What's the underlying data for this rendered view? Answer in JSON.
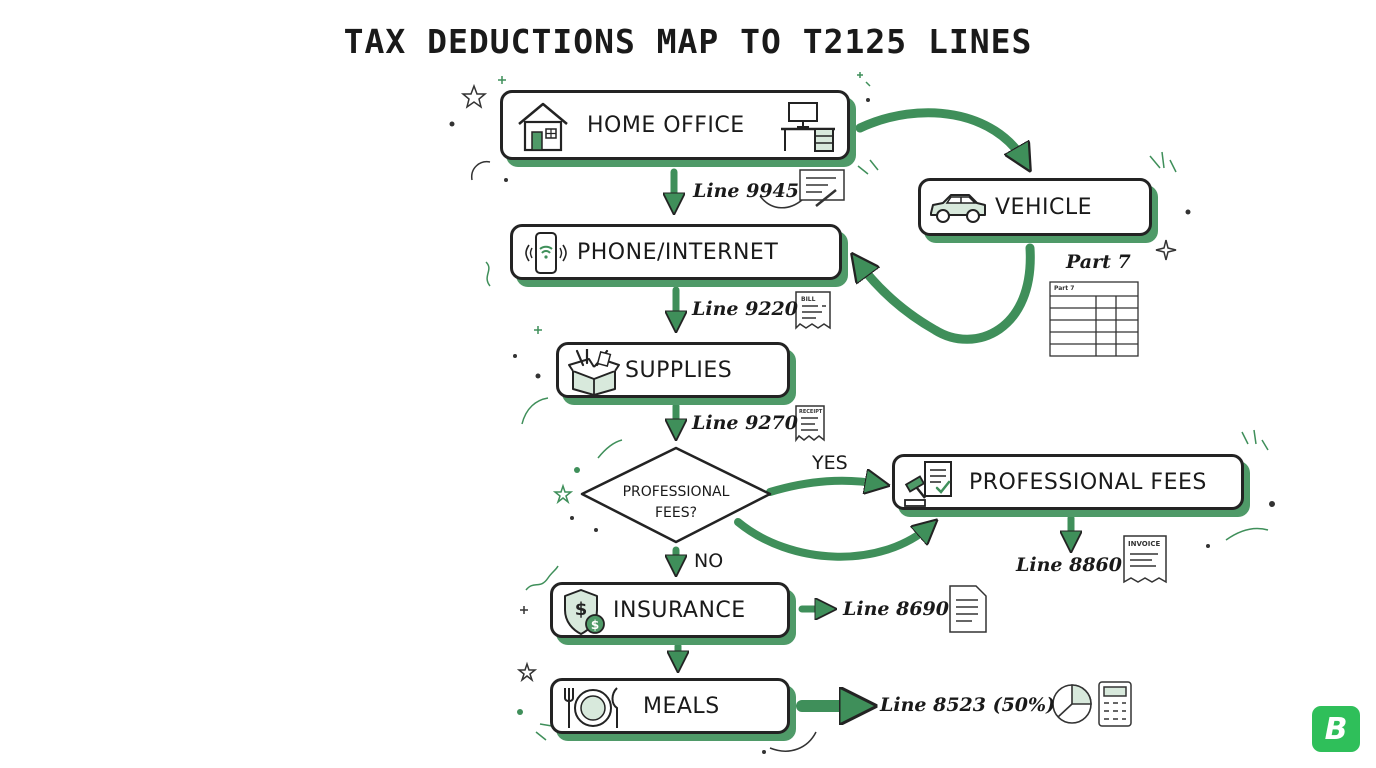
{
  "title": "TAX DEDUCTIONS MAP TO T2125 LINES",
  "boxes": {
    "home_office": "HOME OFFICE",
    "vehicle": "VEHICLE",
    "phone_internet": "PHONE/INTERNET",
    "supplies": "SUPPLIES",
    "professional_fees": "PROFESSIONAL FEES",
    "insurance": "INSURANCE",
    "meals": "MEALS"
  },
  "decision": {
    "line1": "PROFESSIONAL",
    "line2": "FEES?",
    "yes": "YES",
    "no": "NO"
  },
  "lines": {
    "home_office": "Line 9945",
    "vehicle": "Part 7",
    "phone_internet": "Line 9220",
    "supplies": "Line 9270",
    "professional_fees": "Line 8860",
    "insurance": "Line 8690",
    "meals": "Line 8523 (50%)"
  },
  "doc_labels": {
    "bill": "BILL",
    "receipt": "RECEIPT",
    "invoice": "INVOICE",
    "part7": "Part 7"
  },
  "logo": "B",
  "colors": {
    "accent": "#3f8f5a",
    "shadow": "#4f9a68",
    "ink": "#232323",
    "logo": "#2fbf5a"
  },
  "icons": {
    "home_office": [
      "house-icon",
      "desk-computer-icon"
    ],
    "vehicle": "car-icon",
    "phone_internet": "phone-wifi-icon",
    "supplies": "supply-box-icon",
    "professional_fees": "legal-document-gavel-icon",
    "insurance": "shield-dollar-icon",
    "meals": "plate-cutlery-icon"
  }
}
